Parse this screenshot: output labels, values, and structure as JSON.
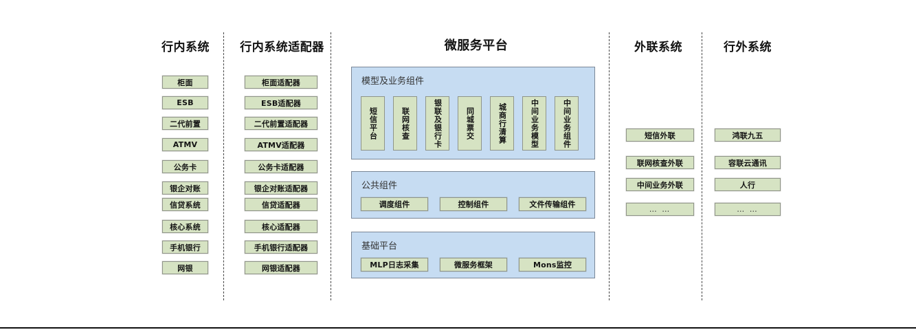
{
  "diagram": {
    "columns": [
      {
        "id": "internal-systems",
        "title": "行内系统",
        "items": [
          {
            "label": "柜面"
          },
          {
            "label": "ESB"
          },
          {
            "label": "二代前置"
          },
          {
            "label": "ATMV"
          },
          {
            "label": "公务卡"
          },
          {
            "label": "银企对账"
          },
          {
            "label": "信贷系统"
          },
          {
            "label": "核心系统"
          },
          {
            "label": "手机银行"
          },
          {
            "label": "网银"
          }
        ]
      },
      {
        "id": "internal-system-adapters",
        "title": "行内系统适配器",
        "items": [
          {
            "label": "柜面适配器"
          },
          {
            "label": "ESB适配器"
          },
          {
            "label": "二代前置适配器"
          },
          {
            "label": "ATMV适配器"
          },
          {
            "label": "公务卡适配器"
          },
          {
            "label": "银企对账适配器"
          },
          {
            "label": "信贷适配器"
          },
          {
            "label": "核心适配器"
          },
          {
            "label": "手机银行适配器"
          },
          {
            "label": "网银适配器"
          }
        ]
      },
      {
        "id": "external-link-systems",
        "title": "外联系统",
        "items": [
          {
            "label": "短信外联"
          },
          {
            "label": "联网核查外联"
          },
          {
            "label": "中间业务外联"
          },
          {
            "label": "… …"
          }
        ]
      },
      {
        "id": "outside-bank-systems",
        "title": "行外系统",
        "items": [
          {
            "label": "鸿联九五"
          },
          {
            "label": "容联云通讯"
          },
          {
            "label": "人行"
          },
          {
            "label": "… …"
          }
        ]
      }
    ],
    "microservice_platform": {
      "title": "微服务平台",
      "panels": [
        {
          "id": "model-and-business-components",
          "title": "模型及业务组件",
          "orientation": "vertical",
          "items": [
            {
              "label": "短信平台"
            },
            {
              "label": "联网核查"
            },
            {
              "label": "银联及银行卡"
            },
            {
              "label": "同城票交"
            },
            {
              "label": "城商行清算"
            },
            {
              "label": "中间业务模型"
            },
            {
              "label": "中间业务组件"
            }
          ]
        },
        {
          "id": "public-components",
          "title": "公共组件",
          "orientation": "horizontal",
          "items": [
            {
              "label": "调度组件"
            },
            {
              "label": "控制组件"
            },
            {
              "label": "文件传输组件"
            }
          ]
        },
        {
          "id": "base-platform",
          "title": "基础平台",
          "orientation": "horizontal",
          "items": [
            {
              "label": "MLP日志采集"
            },
            {
              "label": "微服务框架"
            },
            {
              "label": "Mons监控"
            }
          ]
        }
      ]
    },
    "colors": {
      "leaf_box_fill": "#d6e3c3",
      "leaf_box_border": "#8f9488",
      "panel_fill": "#c6dcf2",
      "panel_border": "#7a8797",
      "separator": "#444444",
      "text": "#141414"
    }
  }
}
